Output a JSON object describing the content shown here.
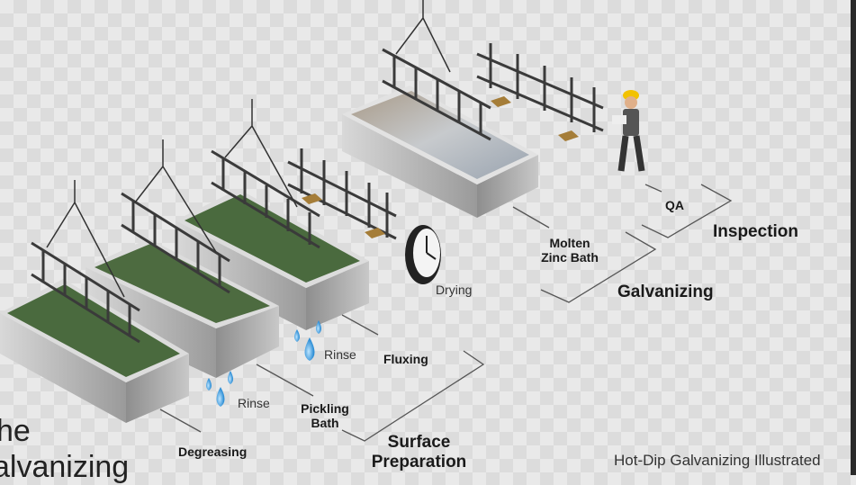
{
  "title_partial": {
    "line1": "he",
    "line2": "alvanizing"
  },
  "caption": "Hot-Dip Galvanizing Illustrated",
  "labels": {
    "degreasing": "Degreasing",
    "rinse_1": "Rinse",
    "pickling_1": "Pickling",
    "pickling_2": "Bath",
    "rinse_2": "Rinse",
    "fluxing": "Fluxing",
    "drying": "Drying",
    "molten_1": "Molten",
    "molten_2": "Zinc Bath",
    "qa": "QA",
    "surface_1": "Surface",
    "surface_2": "Preparation",
    "galvanizing": "Galvanizing",
    "inspection": "Inspection"
  },
  "colors": {
    "solution": "#4a6a3e",
    "zinc": "#b8bcc2",
    "tank": "#bdbdbd",
    "water": "#3fa3e0"
  }
}
